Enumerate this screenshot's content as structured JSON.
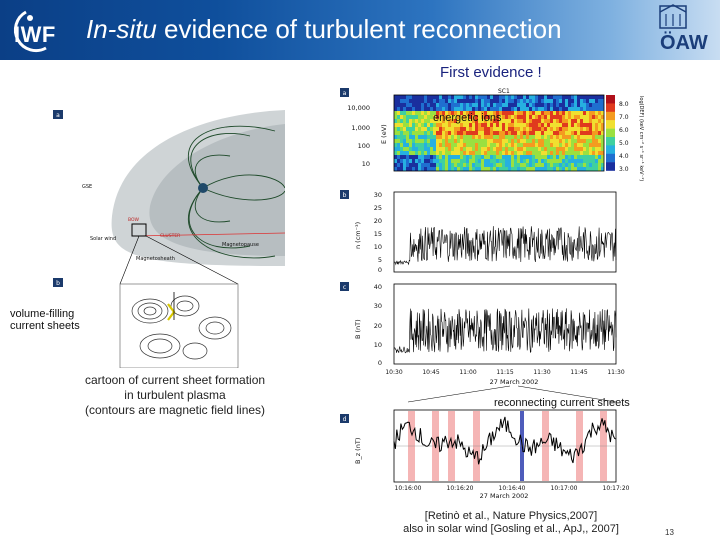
{
  "header": {
    "logo_left": "IWF",
    "title_italic": "In-situ",
    "title_rest": " evidence of turbulent reconnection",
    "logo_right": "ÖAW"
  },
  "slide": {
    "first_evidence": "First  evidence !",
    "energetic_ions": "energetic ions",
    "volume_filling_1": "volume-filling",
    "volume_filling_2": "current sheets",
    "cartoon_1": "cartoon of current sheet formation",
    "cartoon_2": "in turbulent plasma",
    "cartoon_3": "(contours are magnetic field lines)",
    "reconnecting": "reconnecting current sheets",
    "ref_1": "[Retinò et al., Nature Physics,2007]",
    "ref_2": "also in solar wind  [Gosling et al., ApJ,, 2007]",
    "page_number": "13"
  },
  "figure_left": {
    "panel_a_tag": "a",
    "panel_b_tag": "b",
    "label_solar_wind": "Solar wind",
    "label_magnetosheath": "Magnetosheath",
    "label_magnetopause": "Magnetopause",
    "label_bow": "BOW",
    "label_cluster": "CLUSTER",
    "axes_label": "GSE"
  },
  "figure_right": {
    "tag_a": "a",
    "tag_b": "b",
    "tag_c": "c",
    "tag_d": "d",
    "sc_label": "SC1",
    "ylabel_a": "E (eV)",
    "ylabel_b": "n (cm⁻³)",
    "ylabel_c": "B (nT)",
    "ylabel_d": "B_z (nT)",
    "colorbar_label": "log(DEF) (keV cm⁻² s⁻¹ sr⁻¹ keV⁻¹)",
    "colorbar_ticks": [
      "8.0",
      "7.0",
      "6.0",
      "5.0",
      "4.0",
      "3.0"
    ],
    "yticks_a": [
      "10,000",
      "1,000",
      "100",
      "10"
    ],
    "yticks_b": [
      "30",
      "25",
      "20",
      "15",
      "10",
      "5",
      "0"
    ],
    "yticks_c": [
      "40",
      "30",
      "20",
      "10",
      "0"
    ],
    "xticks_main": [
      "10:30",
      "10:45",
      "11:00",
      "11:15",
      "11:30",
      "11:45",
      "11:30"
    ],
    "date_main": "27 March 2002",
    "xticks_d": [
      "10:16:00",
      "10:16:20",
      "10:16:40",
      "10:17:00",
      "10:17:20"
    ],
    "date_d": "27 March 2002"
  }
}
